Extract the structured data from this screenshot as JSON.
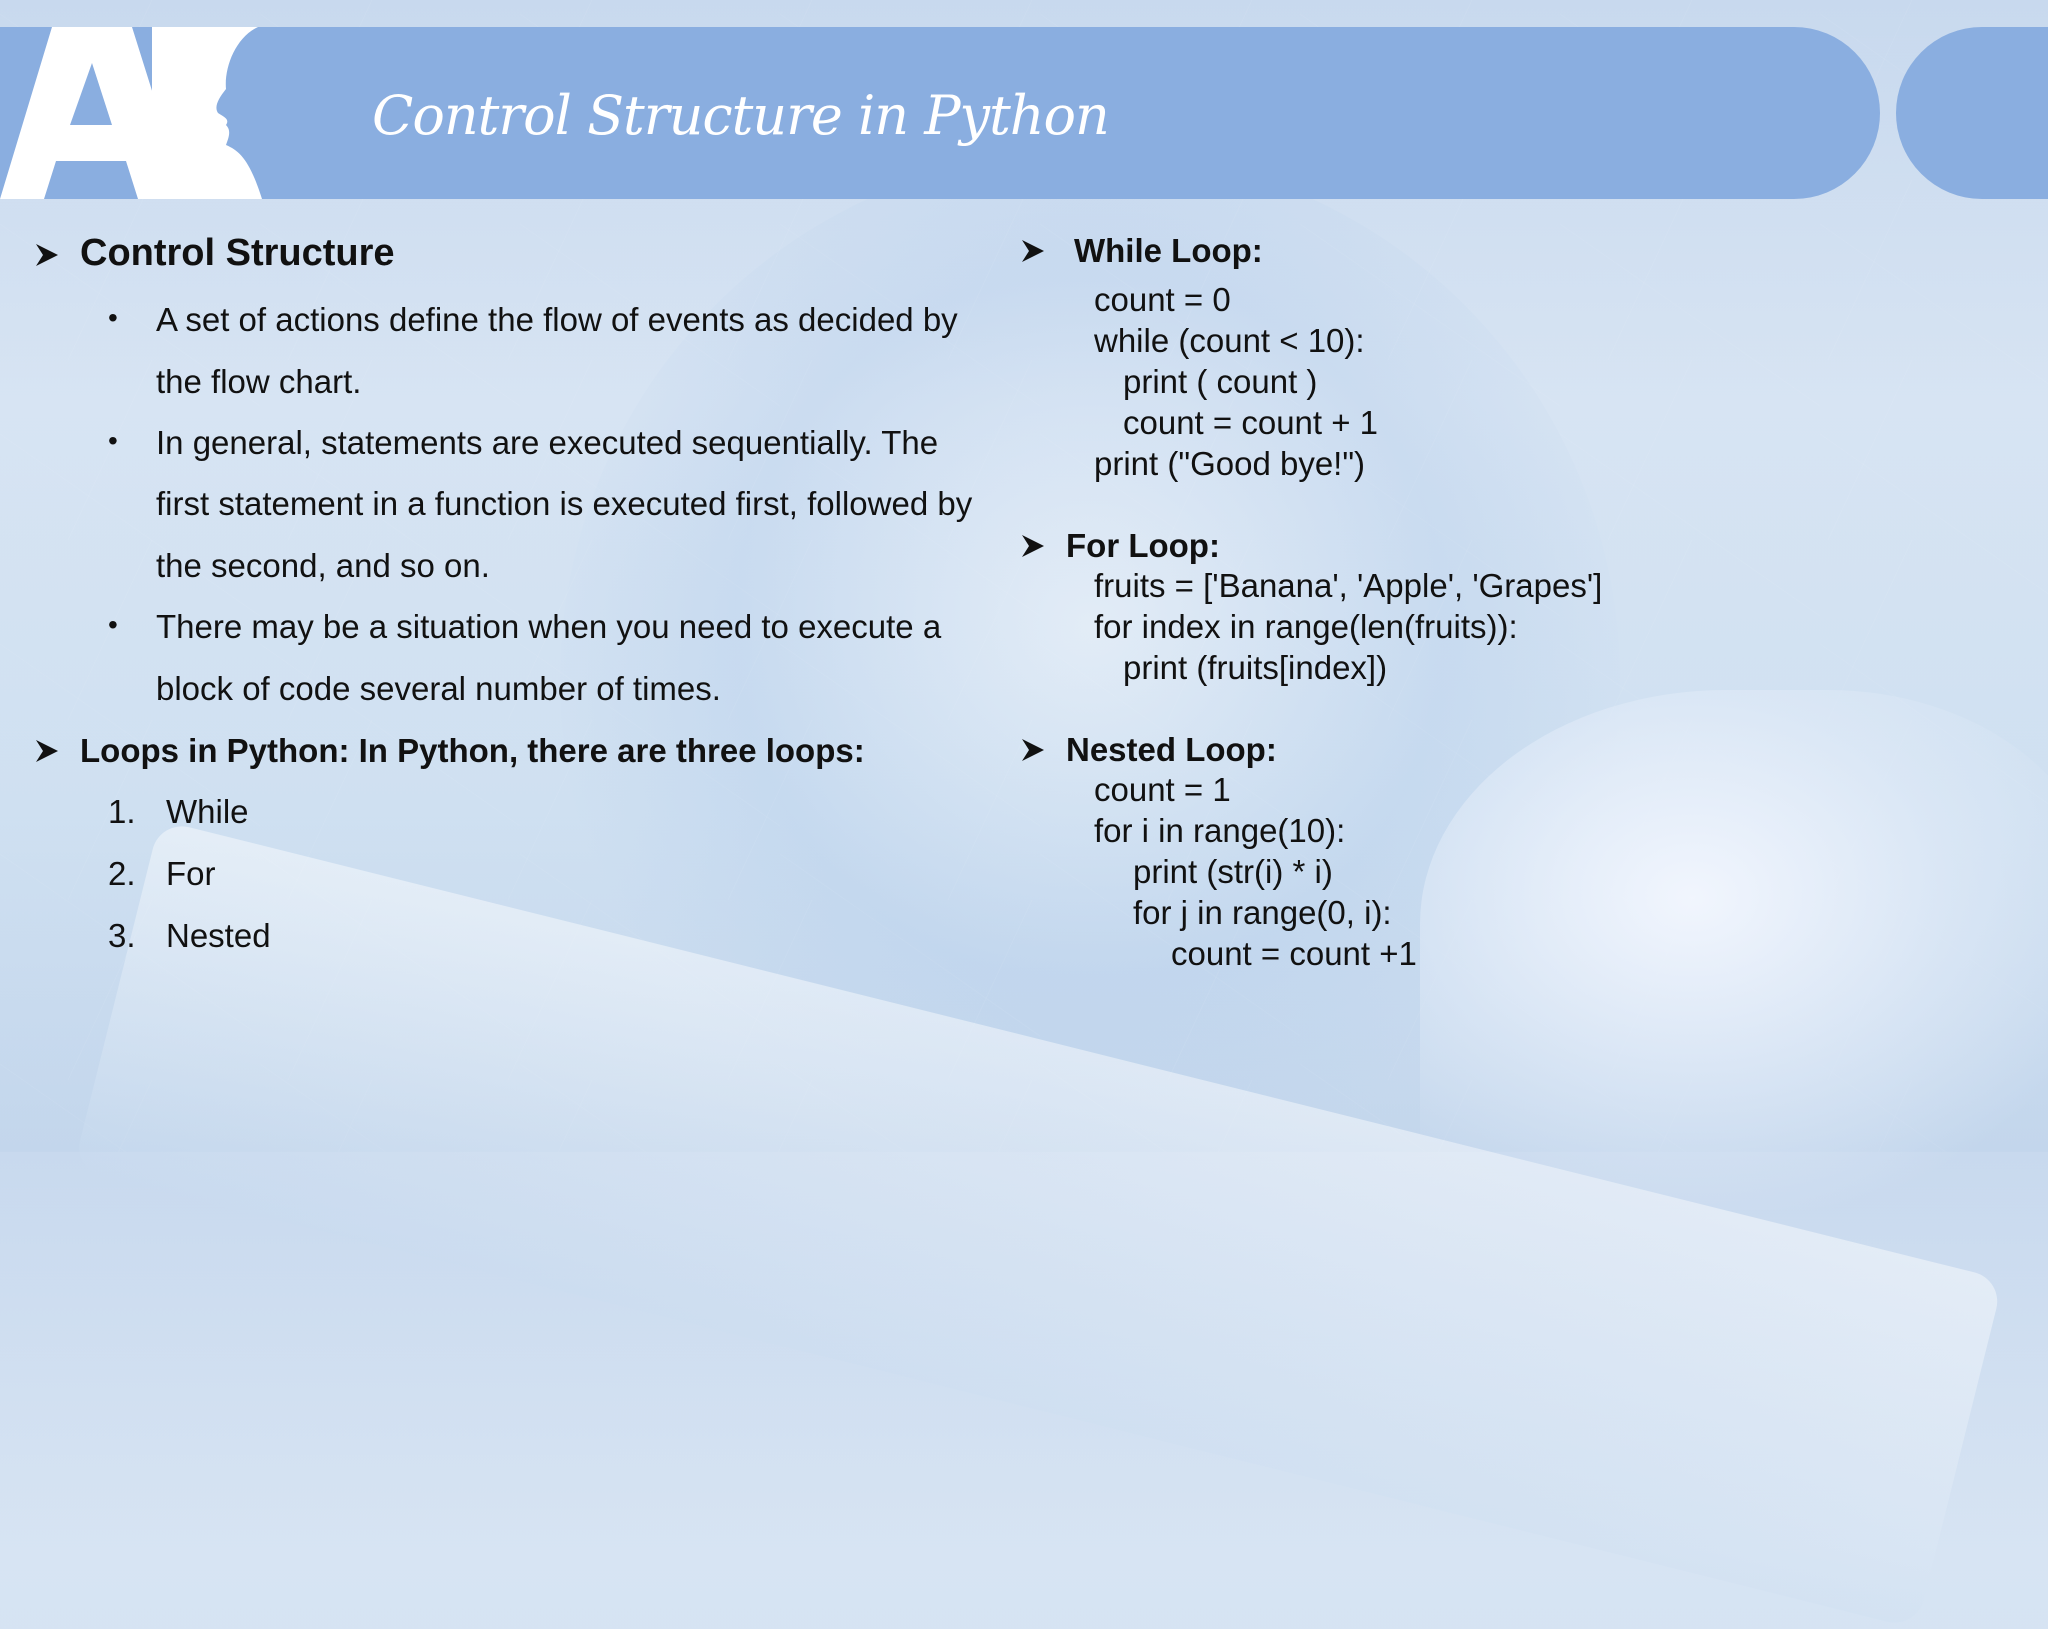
{
  "header": {
    "logo_text": "AI",
    "title": "Control Structure in Python"
  },
  "left": {
    "section1_title": "Control Structure",
    "bullets": [
      [
        "A set of actions define the flow of events as decided by",
        "the flow chart."
      ],
      [
        "In general, statements are executed sequentially. The",
        "first statement in a function is executed first, followed by",
        "the second, and so on."
      ],
      [
        "There may be a situation when you need to execute a",
        "block of code several number of times."
      ]
    ],
    "section2_title": "Loops in Python: In Python, there are three loops:",
    "loops": [
      {
        "num": "1.",
        "label": "While"
      },
      {
        "num": "2.",
        "label": "For"
      },
      {
        "num": "3.",
        "label": "Nested"
      }
    ]
  },
  "right": {
    "while_title": "While Loop:",
    "while_code": [
      "count = 0",
      "while (count < 10):",
      "print ( count )",
      "count = count + 1",
      "print (\"Good bye!\")"
    ],
    "for_title": "For Loop:",
    "for_code": [
      "fruits = ['Banana', 'Apple',  'Grapes']",
      "for index in range(len(fruits)):",
      "print (fruits[index])"
    ],
    "nested_title": "Nested Loop:",
    "nested_code": [
      "count = 1",
      "for i in range(10):",
      "print (str(i) * i)",
      "for j in range(0, i):",
      "count = count +1"
    ]
  },
  "icons": {
    "bullet_arrow": "arrow-bullet-icon",
    "dot_bullet": "dot-bullet-icon"
  },
  "colors": {
    "header_band": "#8aaee0",
    "title_text": "#ffffff"
  }
}
